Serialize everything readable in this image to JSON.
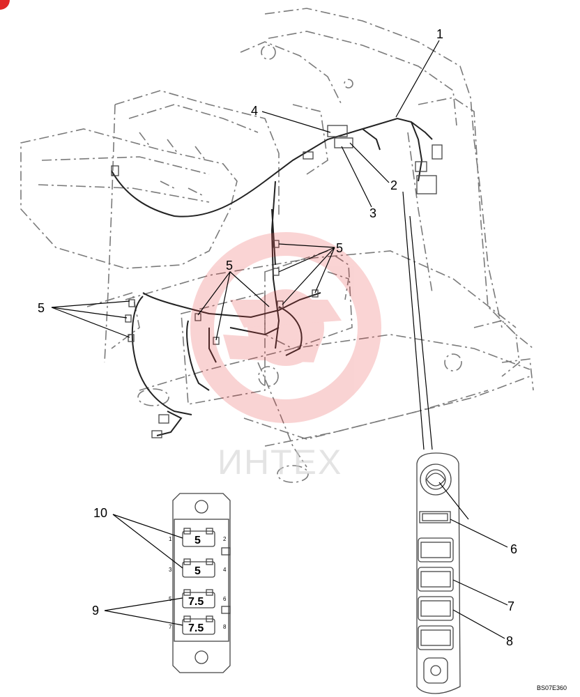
{
  "callouts": {
    "c1": "1",
    "c2": "2",
    "c3": "3",
    "c4": "4",
    "c5a": "5",
    "c5b": "5",
    "c5c": "5",
    "c6": "6",
    "c7": "7",
    "c8": "8",
    "c9": "9",
    "c10": "10"
  },
  "fuse_block": {
    "fuses": [
      {
        "value": "5",
        "pin_left": "1",
        "pin_right": "2"
      },
      {
        "value": "5",
        "pin_left": "3",
        "pin_right": "4"
      },
      {
        "value": "7.5",
        "pin_left": "5",
        "pin_right": "6"
      },
      {
        "value": "7.5",
        "pin_left": "7",
        "pin_right": "8"
      }
    ]
  },
  "drawing_code": "BS07E360",
  "watermark": "ИНТЕХ",
  "colors": {
    "watermark_red": "#e83a3a",
    "line": "#000000"
  }
}
